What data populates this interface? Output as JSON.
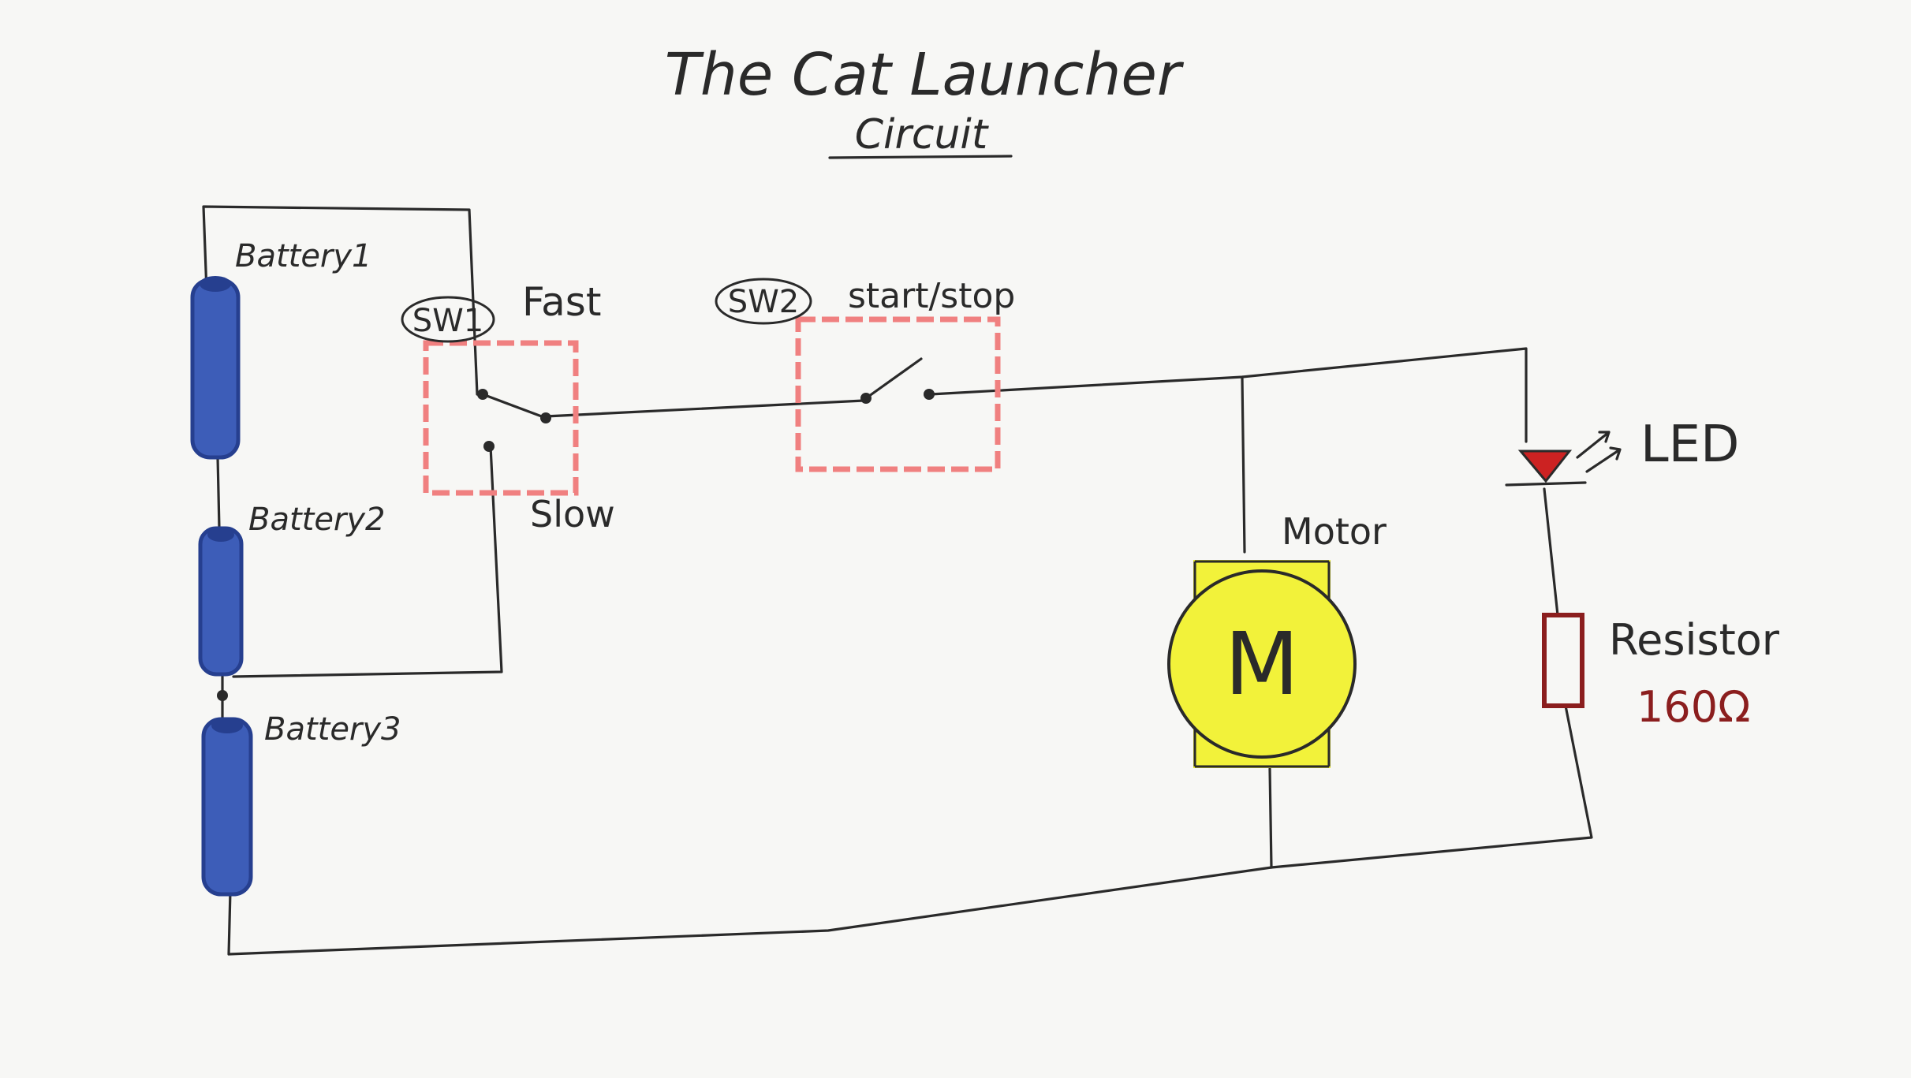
{
  "title": "The Cat Launcher",
  "subtitle": "Circuit",
  "batteries": [
    {
      "label": "Battery1"
    },
    {
      "label": "Battery2"
    },
    {
      "label": "Battery3"
    }
  ],
  "switch1": {
    "id": "SW1",
    "pos_fast": "Fast",
    "pos_slow": "Slow"
  },
  "switch2": {
    "id": "SW2",
    "label": "start/stop"
  },
  "motor": {
    "label": "Motor",
    "symbol": "M"
  },
  "led": {
    "label": "LED"
  },
  "resistor": {
    "label": "Resistor",
    "value": "160Ω"
  },
  "colors": {
    "ink": "#2a2a2a",
    "battery": "#3d5db8",
    "battery_dark": "#263f8f",
    "switch_box": "#f08080",
    "motor": "#f2f23a",
    "resistor": "#8b1e1e",
    "led": "#cc2222"
  }
}
